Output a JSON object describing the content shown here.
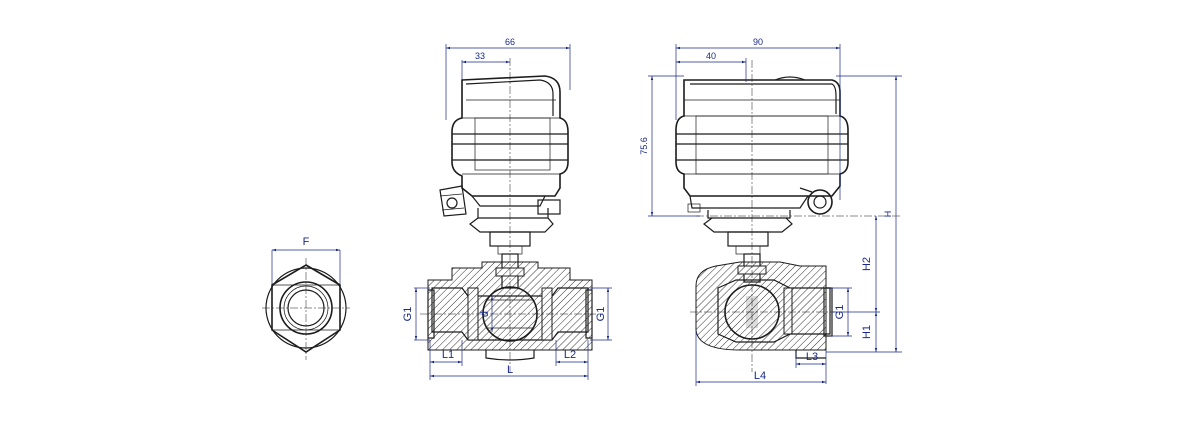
{
  "drawing": {
    "end_view": {
      "labels": {
        "f": "F"
      }
    },
    "front_view": {
      "labels": {
        "width_total": "66",
        "width_half": "33",
        "g1_left": "G1",
        "g1_right": "G1",
        "d": "d",
        "l1": "L1",
        "l2": "L2",
        "l": "L"
      }
    },
    "side_view": {
      "labels": {
        "width_total": "90",
        "width_offset": "40",
        "height_actuator": "75.6",
        "h": "H",
        "h2": "H2",
        "g1": "G1",
        "h1": "H1",
        "l3": "L3",
        "l4": "L4"
      }
    }
  }
}
